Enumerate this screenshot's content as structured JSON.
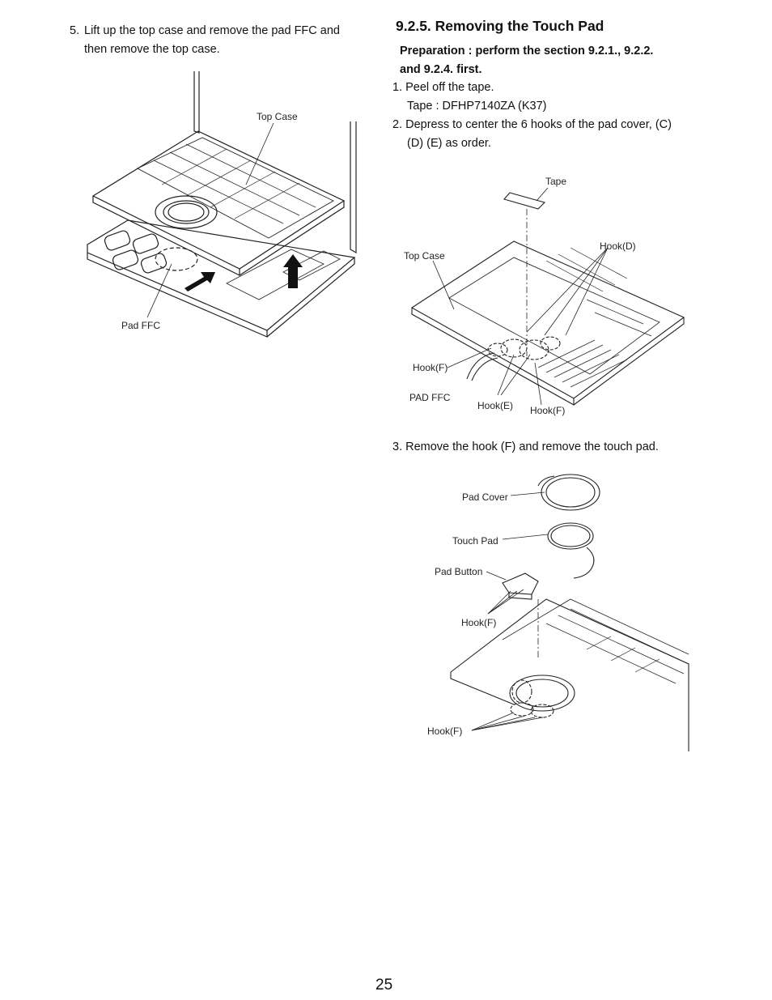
{
  "left_column": {
    "step5_number": "5.",
    "step5_line1": "Lift up the top case and remove the pad FFC and",
    "step5_line2": "then remove the top case.",
    "figure1_labels": {
      "top_case": "Top Case",
      "pad_ffc": "Pad FFC"
    }
  },
  "right_column": {
    "heading": "9.2.5.  Removing the Touch Pad",
    "preparation_line1": "Preparation : perform the section 9.2.1., 9.2.2.",
    "preparation_line2": "and 9.2.4. first.",
    "step1": "1. Peel off the tape.",
    "step1_detail": "Tape : DFHP7140ZA (K37)",
    "step2_line1": "2. Depress to center the 6 hooks of the pad cover, (C)",
    "step2_line2": "(D) (E) as order.",
    "figure2_labels": {
      "tape": "Tape",
      "top_case": "Top Case",
      "hook_d": "Hook(D)",
      "hook_f_left": "Hook(F)",
      "pad_ffc": "PAD FFC",
      "hook_e": "Hook(E)",
      "hook_f_bottom": "Hook(F)"
    },
    "step3": "3. Remove the hook (F) and remove the touch pad.",
    "figure3_labels": {
      "pad_cover": "Pad Cover",
      "touch_pad": "Touch Pad",
      "pad_button": "Pad Button",
      "hook_f_upper": "Hook(F)",
      "hook_f_lower": "Hook(F)"
    }
  },
  "page_number": "25"
}
